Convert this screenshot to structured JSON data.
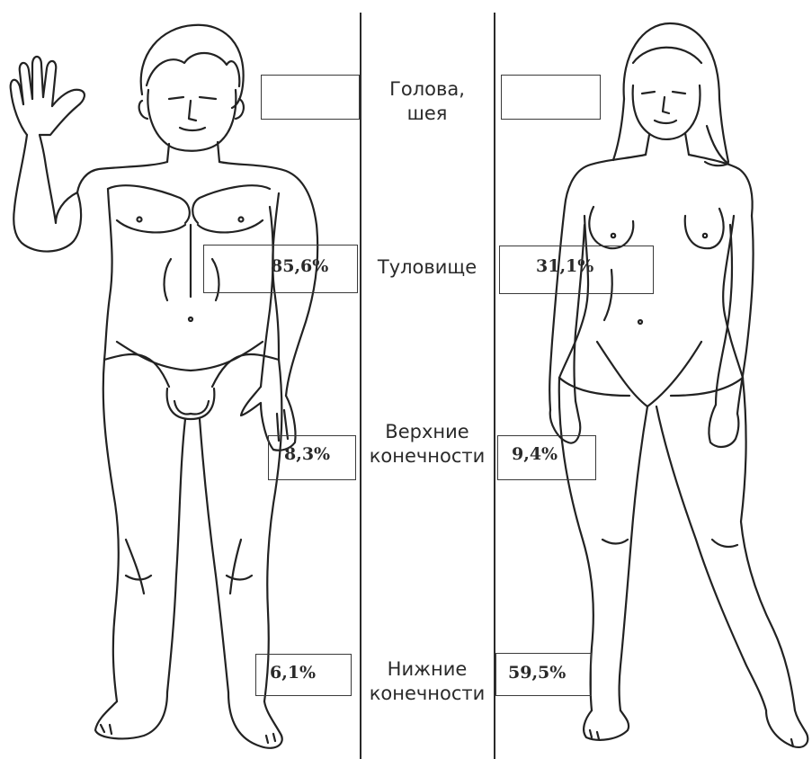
{
  "regions": [
    {
      "label_lines": [
        "Голова,",
        "шея"
      ],
      "male_value": "",
      "female_value": ""
    },
    {
      "label_lines": [
        "Туловище"
      ],
      "male_value": "85,6%",
      "female_value": "31,1%"
    },
    {
      "label_lines": [
        "Верхние",
        "конечности"
      ],
      "male_value": "8,3%",
      "female_value": "9,4%"
    },
    {
      "label_lines": [
        "Нижние",
        "конечности"
      ],
      "male_value": "6,1%",
      "female_value": "59,5%"
    }
  ]
}
